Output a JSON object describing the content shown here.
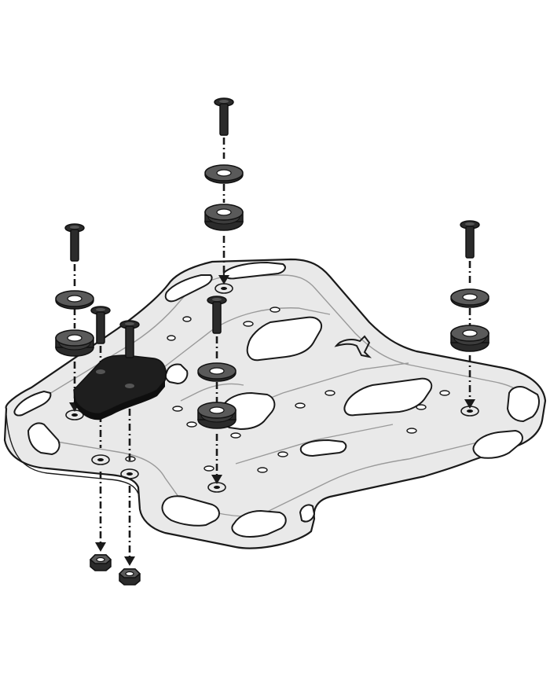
{
  "figure": {
    "type": "exploded-assembly-drawing",
    "subject": "rack-plate-mounting-kit",
    "colors": {
      "background": "#ffffff",
      "plate": "#e9e9e9",
      "hardware": "#2b2b2b",
      "outline": "#1a1a1a"
    },
    "part_names": [
      "mounting-plate",
      "bolt",
      "washer",
      "rubber-grommet",
      "adapter-bracket",
      "lock-nut"
    ],
    "part_counts": {
      "bolt": 6,
      "washer": 4,
      "rubber-grommet": 4,
      "adapter-bracket": 1,
      "lock-nut": 2
    }
  }
}
